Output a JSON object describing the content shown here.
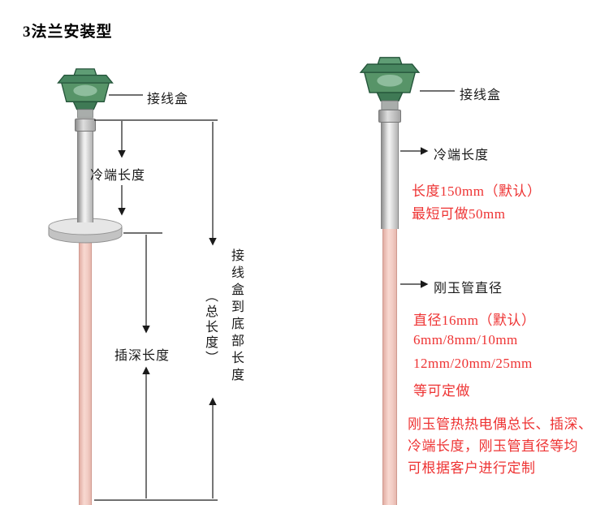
{
  "page": {
    "title": "3法兰安装型"
  },
  "colors": {
    "annotation_red": "#ee3333",
    "head_green": "#4c8a63",
    "ceramic_pink": "#f2cdc5",
    "line_black": "#1a1a1a"
  },
  "left": {
    "junction_box_label": "接线盒",
    "cold_end_label": "冷端长度",
    "insertion_label": "插深长度",
    "total_length_vertical": "接线盒到底部长度",
    "total_length_sub_vertical": "（总长度）"
  },
  "right": {
    "junction_box_label": "接线盒",
    "cold_end_label": "冷端长度",
    "cold_end_note_line1": "长度150mm（默认）",
    "cold_end_note_line2": "最短可做50mm",
    "tube_diameter_label": "刚玉管直径",
    "diameter_note_line1": "直径16mm（默认）",
    "diameter_note_line2": "6mm/8mm/10mm",
    "diameter_note_line3": "12mm/20mm/25mm",
    "diameter_note_line4": "等可定做",
    "custom_note_line1": "刚玉管热热电偶总长、插深、",
    "custom_note_line2": "冷端长度，刚玉管直径等均",
    "custom_note_line3": "可根据客户进行定制"
  }
}
